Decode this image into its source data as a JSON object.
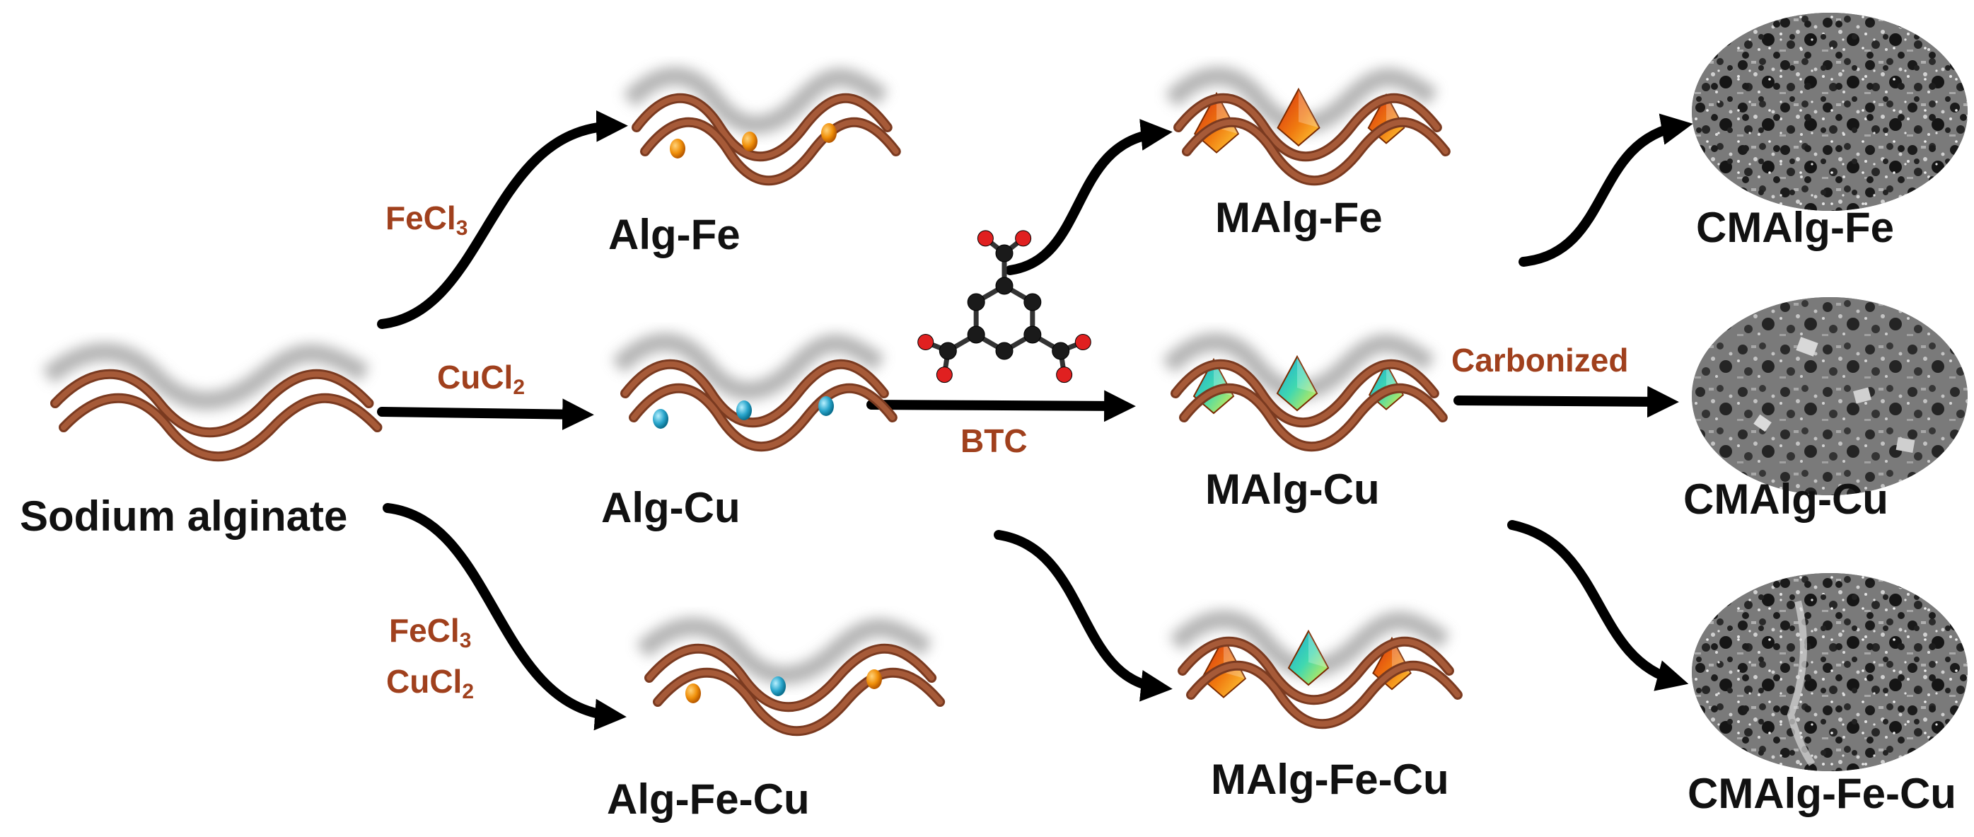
{
  "products": {
    "sodium_alginate": "Sodium alginate",
    "alg_fe": "Alg-Fe",
    "alg_cu": "Alg-Cu",
    "alg_fe_cu": "Alg-Fe-Cu",
    "malg_fe": "MAlg-Fe",
    "malg_cu": "MAlg-Cu",
    "malg_fe_cu": "MAlg-Fe-Cu",
    "cmalg_fe": "CMAlg-Fe",
    "cmalg_cu": "CMAlg-Cu",
    "cmalg_fe_cu": "CMAlg-Fe-Cu"
  },
  "reagents": {
    "fecl3": {
      "base": "FeCl",
      "sub": "3"
    },
    "cucl2": {
      "base": "CuCl",
      "sub": "2"
    },
    "mix_fecl3": {
      "base": "FeCl",
      "sub": "3"
    },
    "mix_cucl2": {
      "base": "CuCl",
      "sub": "2"
    },
    "btc": "BTC",
    "carbonized": "Carbonized"
  },
  "colors": {
    "chain": "#a65a38",
    "chain_dark": "#7a3a20",
    "reagent_text": "#a0401d",
    "arrow": "#000000",
    "fe_ion": "#f0900a",
    "cu_ion": "#2aa6cc"
  }
}
